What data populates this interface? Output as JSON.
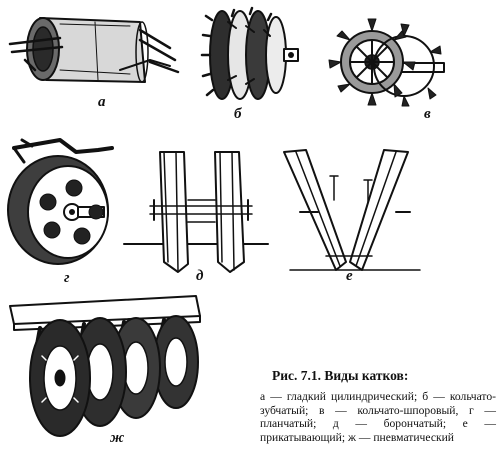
{
  "labels": {
    "a": "а",
    "b": "б",
    "v": "в",
    "g": "г",
    "d": "д",
    "e": "е",
    "zh": "ж"
  },
  "caption": {
    "title": "Рис. 7.1. Виды катков:",
    "text": "а — гладкий цилиндрический; б — кольчато-зубчатый; в — кольчато-шпоровый, г — планчатый; д — борончатый; е — прикатывающий; ж — пневматический"
  }
}
